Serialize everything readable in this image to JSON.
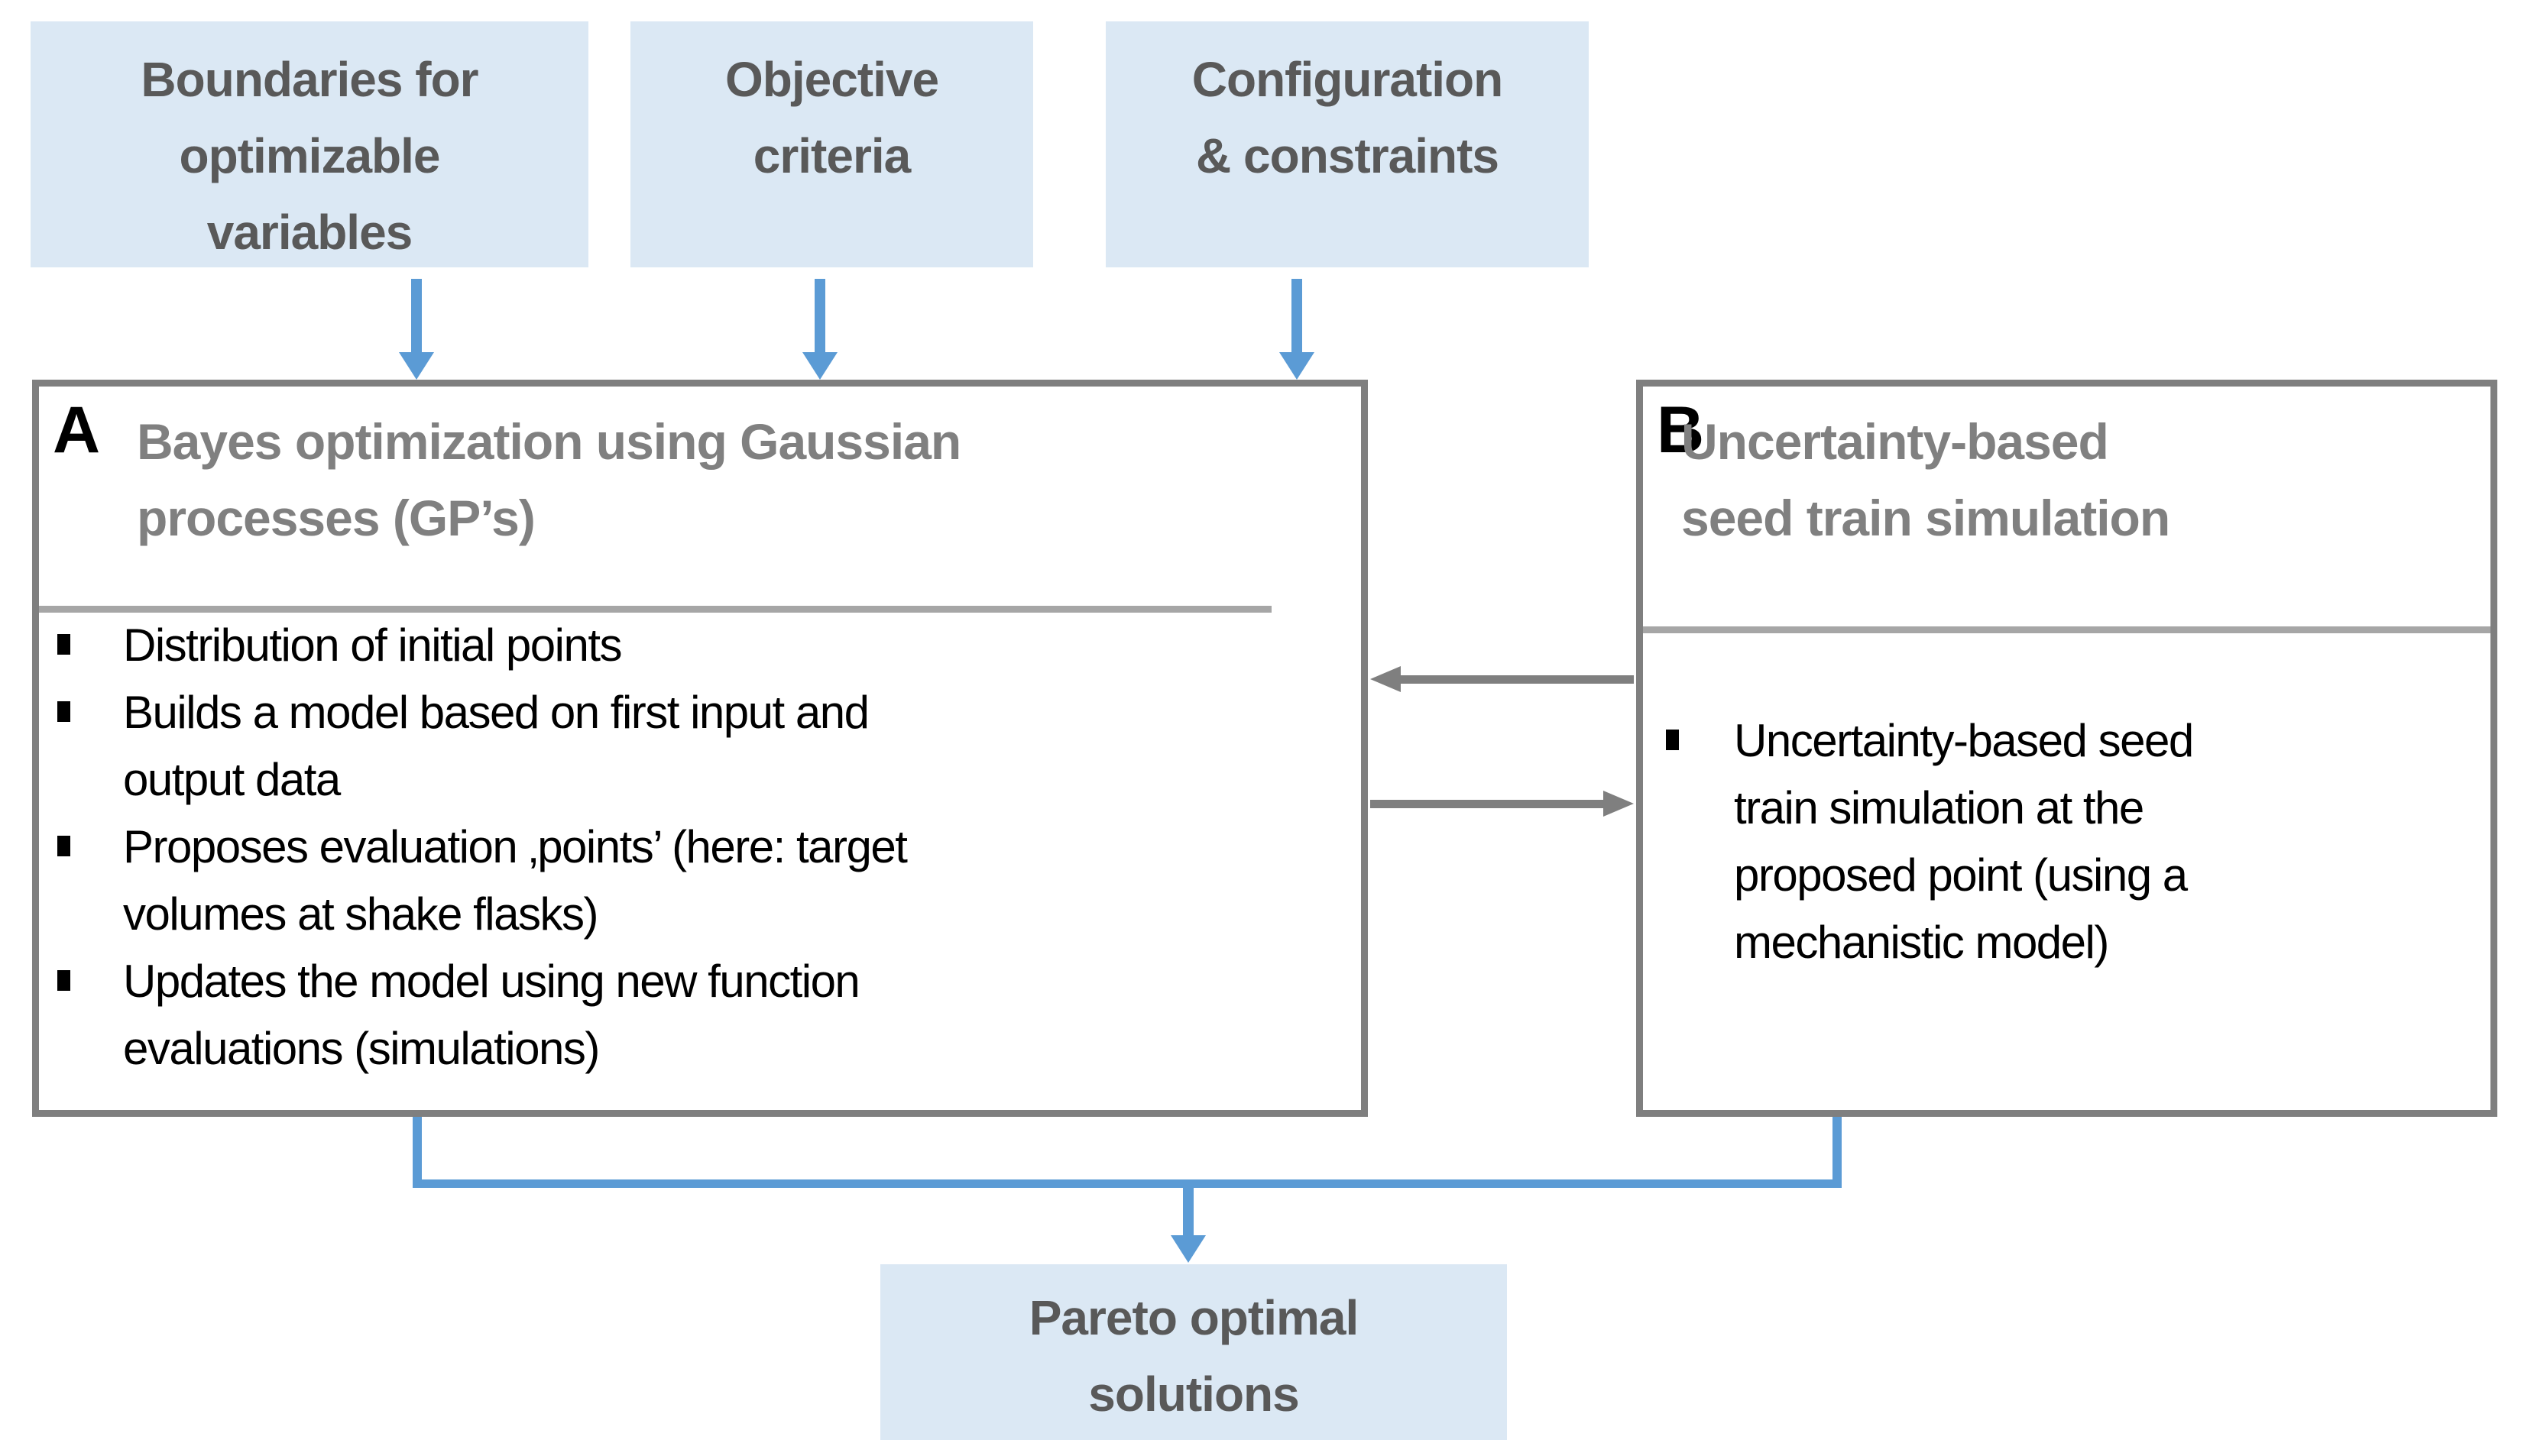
{
  "top_boxes": [
    {
      "label": "Boundaries for\noptimizable\nvariables"
    },
    {
      "label": "Objective\ncriteria"
    },
    {
      "label": "Configuration\n& constraints"
    }
  ],
  "box_a": {
    "letter": "A",
    "title": "Bayes optimization using Gaussian\nprocesses (GP’s)",
    "bullets": [
      "Distribution of initial points",
      "Builds a model based on first input and\noutput data",
      "Proposes evaluation ‚points’ (here: target\nvolumes at shake flasks)",
      "Updates the model using new function\nevaluations (simulations)"
    ]
  },
  "box_b": {
    "letter": "B",
    "title": "Uncertainty-based\nseed train simulation",
    "bullets": [
      "Uncertainty-based seed\ntrain simulation at the\nproposed point (using a\nmechanistic model)"
    ]
  },
  "output_box": {
    "label": "Pareto optimal\nsolutions"
  },
  "colors": {
    "light_blue_fill": "#dbe8f4",
    "blue_arrow": "#5b9bd5",
    "gray_border": "#7f7f7f",
    "gray_title": "#808080",
    "dark_gray_text": "#595959",
    "divider_gray": "#a6a6a6",
    "bullet_text": "#000000"
  }
}
